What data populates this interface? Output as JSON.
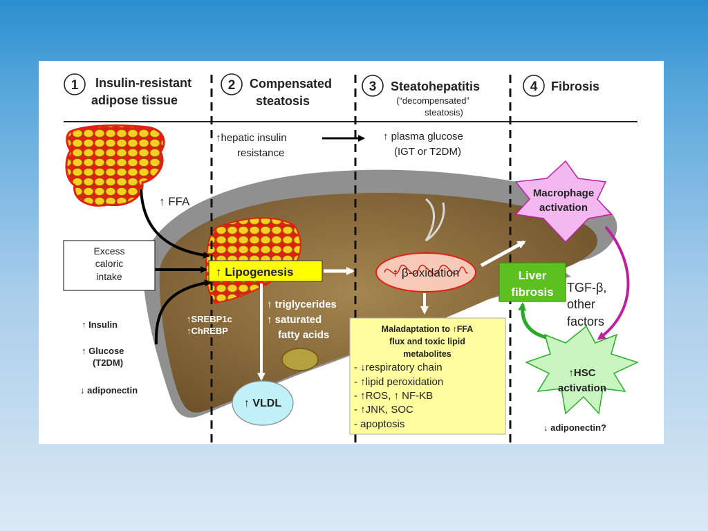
{
  "stages": [
    {
      "num": "1",
      "line1": "Insulin-resistant",
      "line2": "adipose tissue"
    },
    {
      "num": "2",
      "line1": "Compensated",
      "line2": "steatosis"
    },
    {
      "num": "3",
      "line1": "Steatohepatitis",
      "line2": "(“decompensated”",
      "line3": "steatosis)"
    },
    {
      "num": "4",
      "line1": "Fibrosis"
    }
  ],
  "labels": {
    "ffa": "↑ FFA",
    "excess": [
      "Excess",
      "caloric",
      "intake"
    ],
    "insulin": "↑ Insulin",
    "glucose1": "↑ Glucose",
    "glucose2": "(T2DM)",
    "adiponectin": "↓ adiponectin",
    "hepatic1": "↑hepatic insulin",
    "hepatic2": "resistance",
    "plasma1": "↑ plasma glucose",
    "plasma2": "(IGT or T2DM)",
    "lipogenesis": "↑ Lipogenesis",
    "srebp": "↑SREBP1c",
    "chrebp": "↑ChREBP",
    "tg1": "↑ triglycerides",
    "tg2": "↑ saturated",
    "tg3": "fatty acids",
    "vldl": "↑ VLDL",
    "boxidation": "↑ β-oxidation",
    "macro1": "Macrophage",
    "macro2": "activation",
    "liverfib1": "Liver",
    "liverfib2": "fibrosis",
    "tgf1": "TGF-β,",
    "tgf2": "other",
    "tgf3": "factors",
    "hsc1": "↑HSC",
    "hsc2": "activation",
    "adipo2": "↓ adiponectin?"
  },
  "maladaptation": {
    "title": [
      "Maladaptation to ↑FFA",
      "flux and toxic lipid",
      "metabolites"
    ],
    "items": [
      "- ↓respiratory chain",
      "- ↑lipid peroxidation",
      "- ↑ROS, ↑ NF-ΚΒ",
      "- ↑JNK, SOC",
      "- apoptosis"
    ]
  },
  "colors": {
    "background_top": "#2b8ed0",
    "liver": "#8a6a3a",
    "fat_yellow": "#f5d020",
    "fat_red": "#e02010",
    "lipogenesis_box": "#ffff00",
    "maladaptation_box": "#ffffa0",
    "macrophage": "#f4b8f0",
    "liver_fibrosis": "#5cc020",
    "hsc": "#c8f5c0",
    "vldl": "#c0f0f8",
    "arrow_magenta": "#c020a0",
    "arrow_green": "#2aaa2a"
  }
}
